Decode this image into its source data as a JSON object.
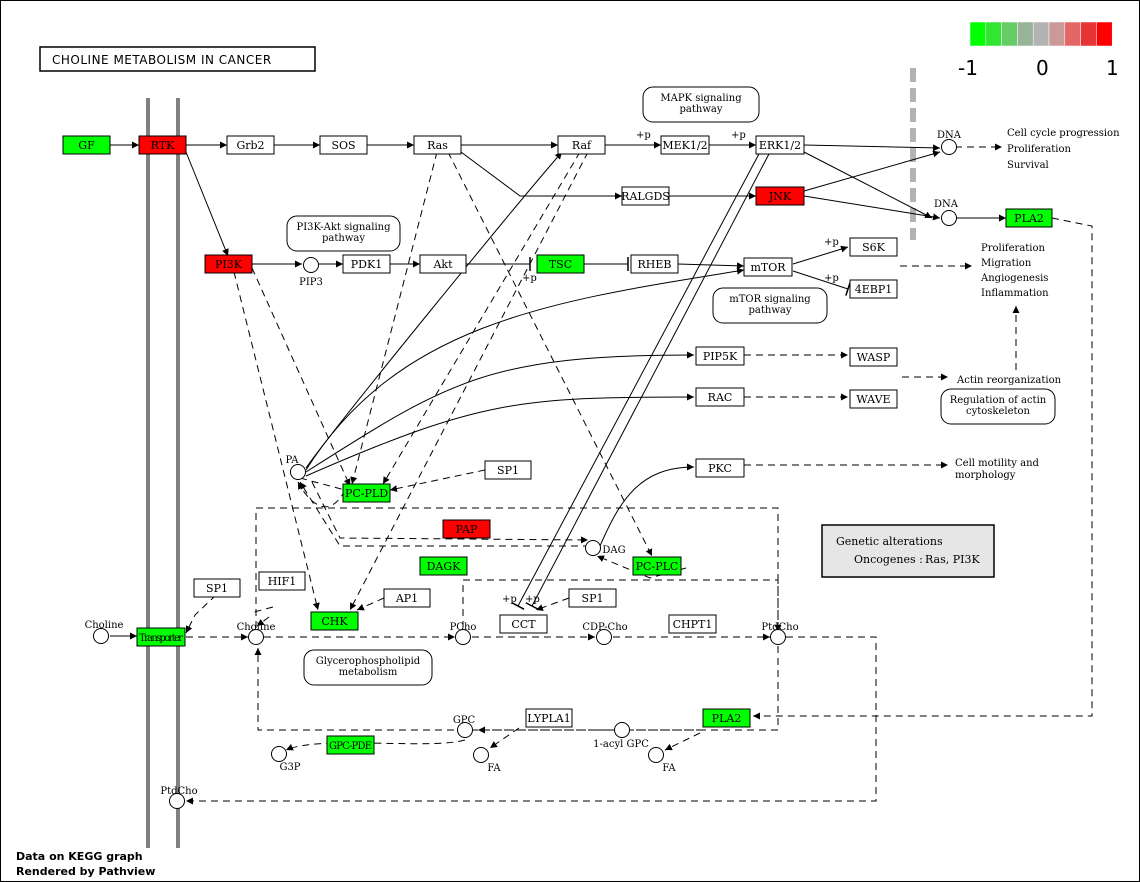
{
  "title": "CHOLINE METABOLISM IN CANCER",
  "legend": {
    "min_label": "-1",
    "mid_label": "0",
    "max_label": "1",
    "colors": [
      "#00ff00",
      "#33e533",
      "#66cc66",
      "#99b399",
      "#b3b3b3",
      "#cc9999",
      "#e56666",
      "#e63333",
      "#ff0000"
    ]
  },
  "credit": {
    "line1": "Data on KEGG graph",
    "line2": "Rendered by Pathview"
  },
  "genetic_alterations": {
    "heading": "Genetic alterations",
    "oncogenes_label": "Oncogenes :",
    "oncogenes": "Ras, PI3K"
  },
  "colors": {
    "up": "#ff0000",
    "down": "#00ff00",
    "neutral": "#ffffff",
    "membrane": "#808080",
    "dashed_bar": "#b3b3b3"
  },
  "genes": {
    "GF": {
      "label": "GF",
      "state": "down"
    },
    "RTK": {
      "label": "RTK",
      "state": "up"
    },
    "Grb2": {
      "label": "Grb2",
      "state": "neutral"
    },
    "SOS": {
      "label": "SOS",
      "state": "neutral"
    },
    "Ras": {
      "label": "Ras",
      "state": "neutral"
    },
    "Raf": {
      "label": "Raf",
      "state": "neutral"
    },
    "MEK": {
      "label": "MEK1/2",
      "state": "neutral"
    },
    "ERK": {
      "label": "ERK1/2",
      "state": "neutral"
    },
    "RALGDS": {
      "label": "RALGDS",
      "state": "neutral"
    },
    "JNK": {
      "label": "JNK",
      "state": "up"
    },
    "PLA2top": {
      "label": "PLA2",
      "state": "down"
    },
    "PI3K": {
      "label": "PI3K",
      "state": "up"
    },
    "PDK1": {
      "label": "PDK1",
      "state": "neutral"
    },
    "Akt": {
      "label": "Akt",
      "state": "neutral"
    },
    "TSC": {
      "label": "TSC",
      "state": "down"
    },
    "RHEB": {
      "label": "RHEB",
      "state": "neutral"
    },
    "mTOR": {
      "label": "mTOR",
      "state": "neutral"
    },
    "S6K": {
      "label": "S6K",
      "state": "neutral"
    },
    "4EBP1": {
      "label": "4EBP1",
      "state": "neutral"
    },
    "PIP5K": {
      "label": "PIP5K",
      "state": "neutral"
    },
    "WASP": {
      "label": "WASP",
      "state": "neutral"
    },
    "RAC": {
      "label": "RAC",
      "state": "neutral"
    },
    "WAVE": {
      "label": "WAVE",
      "state": "neutral"
    },
    "SP1a": {
      "label": "SP1",
      "state": "neutral"
    },
    "PCPLD": {
      "label": "PC-PLD",
      "state": "down"
    },
    "PKC": {
      "label": "PKC",
      "state": "neutral"
    },
    "PAP": {
      "label": "PAP",
      "state": "up"
    },
    "DAGK": {
      "label": "DAGK",
      "state": "down"
    },
    "PCPLC": {
      "label": "PC-PLC",
      "state": "down"
    },
    "SP1b": {
      "label": "SP1",
      "state": "neutral"
    },
    "HIF1": {
      "label": "HIF1",
      "state": "neutral"
    },
    "AP1": {
      "label": "AP1",
      "state": "neutral"
    },
    "CHK": {
      "label": "CHK",
      "state": "down"
    },
    "SP1c": {
      "label": "SP1",
      "state": "neutral"
    },
    "CCT": {
      "label": "CCT",
      "state": "neutral"
    },
    "CHPT1": {
      "label": "CHPT1",
      "state": "neutral"
    },
    "Transporter": {
      "label": "Transporter",
      "state": "down"
    },
    "LYPLA1": {
      "label": "LYPLA1",
      "state": "neutral"
    },
    "PLA2bot": {
      "label": "PLA2",
      "state": "down"
    },
    "GPCPDE": {
      "label": "GPC-PDE",
      "state": "down"
    }
  },
  "compounds": {
    "PIP3": "PIP3",
    "DNA1": "DNA",
    "DNA2": "DNA",
    "PA": "PA",
    "DAG": "DAG",
    "Choline_out": "Choline",
    "Choline_in": "Choline",
    "PCho": "PCho",
    "CDPCho": "CDP-Cho",
    "PtdCho": "PtdCho",
    "GPC": "GPC",
    "AcylGPC": "1-acyl GPC",
    "FA1": "FA",
    "FA2": "FA",
    "G3P": "G3P",
    "PtdCho2": "PtdCho"
  },
  "maps": {
    "mapk": [
      "MAPK signaling",
      "pathway"
    ],
    "pi3k": [
      "PI3K-Akt signaling",
      "pathway"
    ],
    "mtor": [
      "mTOR signaling",
      "pathway"
    ],
    "actin": [
      "Regulation of actin",
      "cytoskeleton"
    ],
    "glycero": [
      "Glycerophospholipid",
      "metabolism"
    ]
  },
  "outcomes": {
    "cell_cycle": [
      "Cell cycle progression",
      "Proliferation",
      "Survival"
    ],
    "prolif": [
      "Proliferation",
      "Migration",
      "Angiogenesis",
      "Inflammation"
    ],
    "actin_reorg": "Actin reorganization",
    "motility": [
      "Cell motility and",
      "morphology"
    ]
  },
  "marks": {
    "plus_p": "+p"
  }
}
